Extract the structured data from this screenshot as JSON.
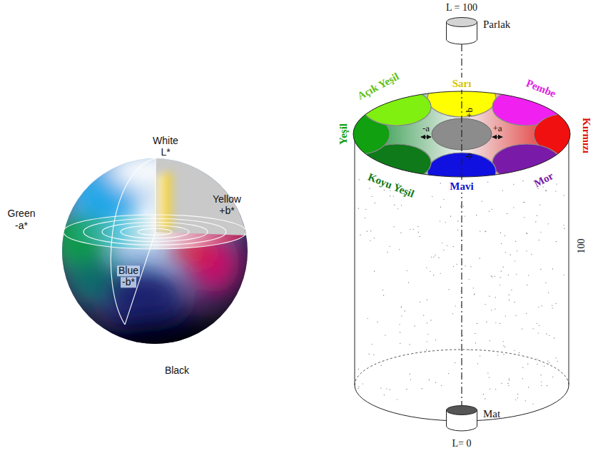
{
  "diagram": {
    "nodes": [
      {
        "text": [
          "Parlak"
        ]
      },
      {
        "text": [
          "Mat"
        ]
      }
    ],
    "edges": [
      {
        "from": 0,
        "to": 1,
        "arrow": "none"
      }
    ],
    "labels": [
      "White",
      "L*",
      "Yellow",
      "+b*",
      "Green",
      "-a*",
      "Blue",
      "-b*",
      "Black",
      "L = 100",
      "Sarı",
      "Pembe",
      "Kırmızı",
      "Mor",
      "Mavi",
      "Koyu Yeşil",
      "Yeşil",
      "Açık Yeşil",
      "+b",
      "-b",
      "-a",
      "+a",
      "100",
      "L= 0"
    ]
  }
}
